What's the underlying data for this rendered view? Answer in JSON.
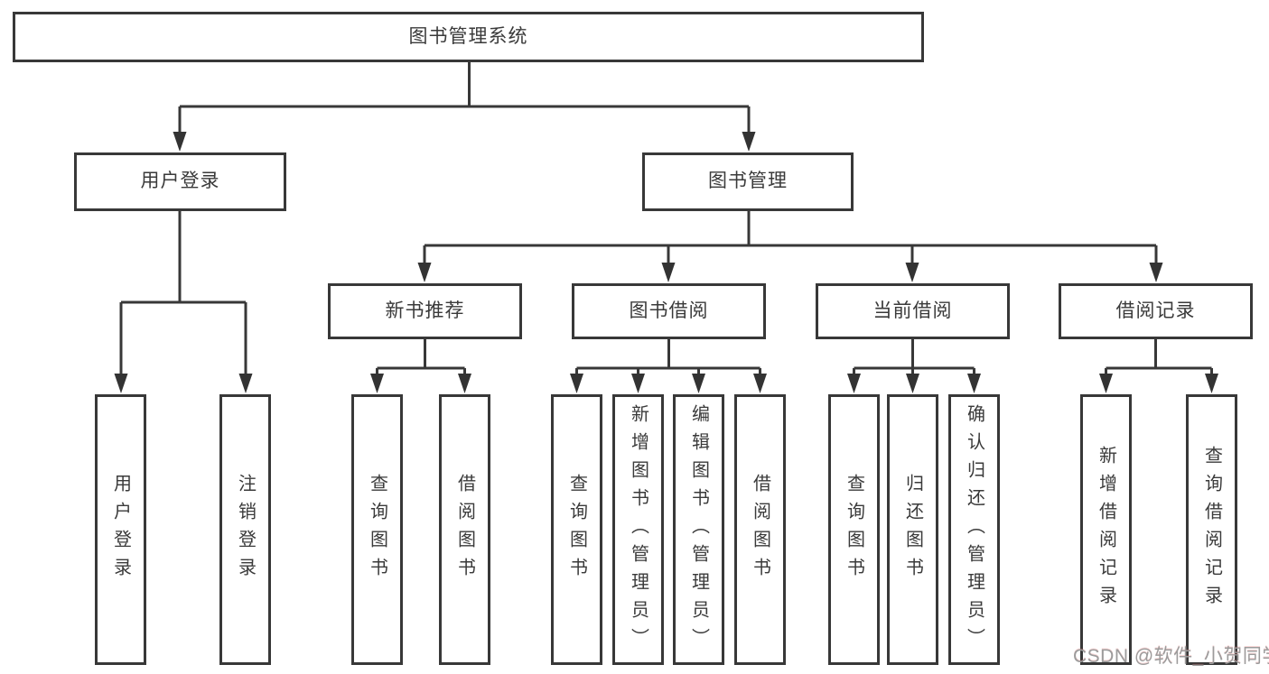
{
  "tree": {
    "root": {
      "label": "图书管理系统"
    },
    "branches": [
      {
        "label": "用户登录",
        "children": [
          {
            "label": "用户登录"
          },
          {
            "label": "注销登录"
          }
        ]
      },
      {
        "label": "图书管理",
        "children": [
          {
            "label": "新书推荐",
            "children": [
              {
                "label": "查询图书"
              },
              {
                "label": "借阅图书"
              }
            ]
          },
          {
            "label": "图书借阅",
            "children": [
              {
                "label": "查询图书"
              },
              {
                "label": "新增图书（管理员）"
              },
              {
                "label": "编辑图书（管理员）"
              },
              {
                "label": "借阅图书"
              }
            ]
          },
          {
            "label": "当前借阅",
            "children": [
              {
                "label": "查询图书"
              },
              {
                "label": "归还图书"
              },
              {
                "label": "确认归还（管理员）"
              }
            ]
          },
          {
            "label": "借阅记录",
            "children": [
              {
                "label": "新增借阅记录"
              },
              {
                "label": "查询借阅记录"
              }
            ]
          }
        ]
      }
    ]
  },
  "watermark": {
    "text": "CSDN @软件_小贺同学"
  },
  "colors": {
    "line": "#383838",
    "border": "#383838",
    "text": "#3a3a3a",
    "watermark": "#9c9c9c",
    "background": "#ffffff"
  }
}
